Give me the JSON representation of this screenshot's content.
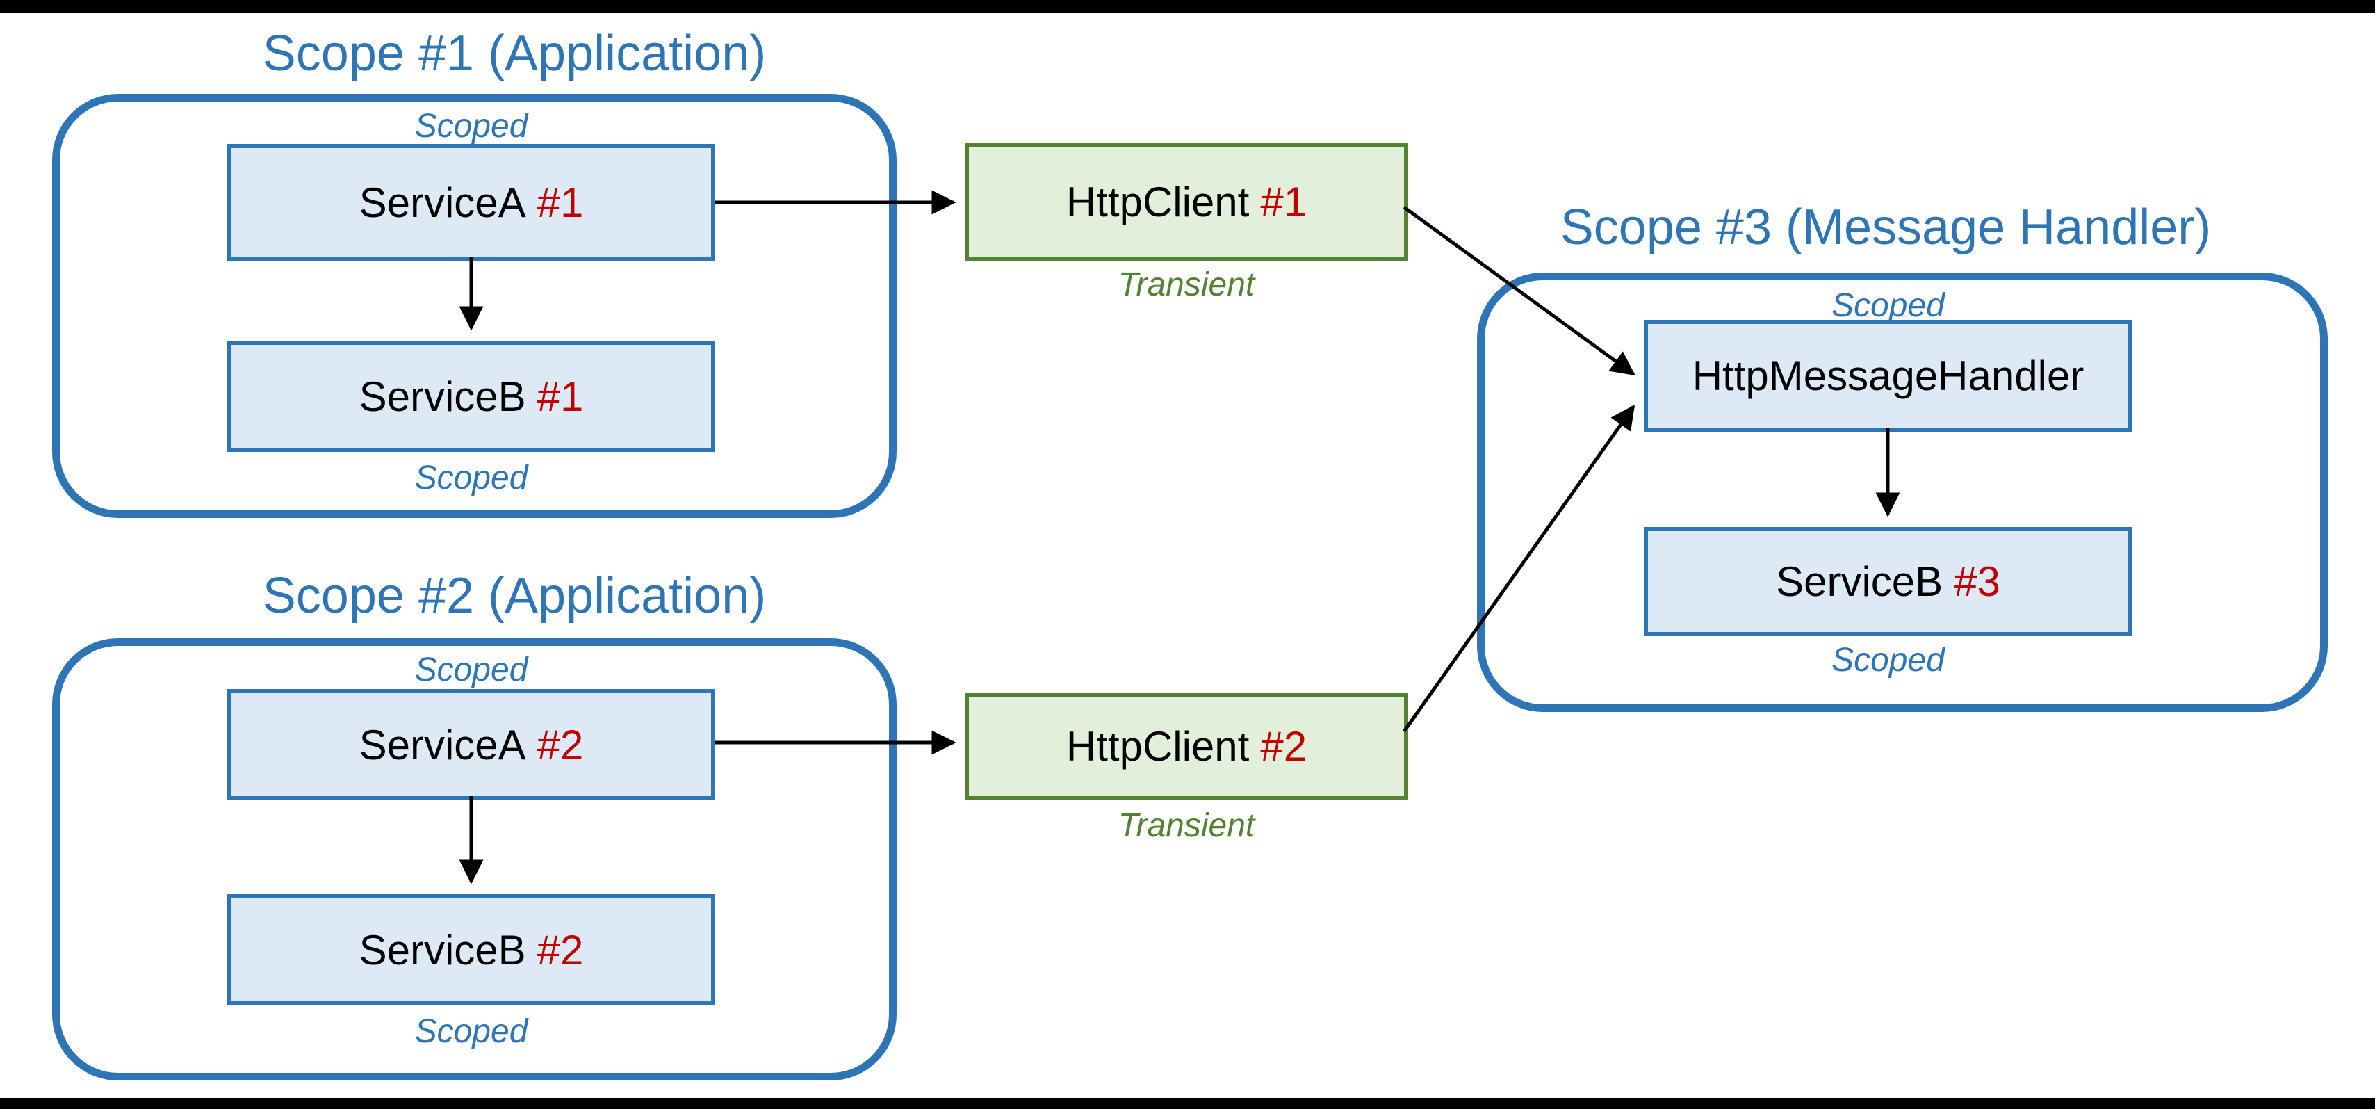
{
  "colors": {
    "scope_blue": "#2E75B6",
    "service_box_fill": "#DEE9F6",
    "transient_green": "#548235",
    "client_box_fill": "#E2EFDA",
    "instance_red": "#C00000",
    "arrow_black": "#000000"
  },
  "scopes": [
    {
      "title": "Scope #1 (Application)",
      "lifetime_top": "Scoped",
      "lifetime_bottom": "Scoped",
      "services": [
        {
          "name": "ServiceA",
          "instance": "#1"
        },
        {
          "name": "ServiceB",
          "instance": "#1"
        }
      ]
    },
    {
      "title": "Scope #2 (Application)",
      "lifetime_top": "Scoped",
      "lifetime_bottom": "Scoped",
      "services": [
        {
          "name": "ServiceA",
          "instance": "#2"
        },
        {
          "name": "ServiceB",
          "instance": "#2"
        }
      ]
    },
    {
      "title": "Scope #3 (Message Handler)",
      "lifetime_top": "Scoped",
      "lifetime_bottom": "Scoped",
      "services": [
        {
          "name": "HttpMessageHandler",
          "instance": ""
        },
        {
          "name": "ServiceB",
          "instance": "#3"
        }
      ]
    }
  ],
  "http_clients": [
    {
      "name": "HttpClient",
      "instance": "#1",
      "lifetime": "Transient"
    },
    {
      "name": "HttpClient",
      "instance": "#2",
      "lifetime": "Transient"
    }
  ]
}
